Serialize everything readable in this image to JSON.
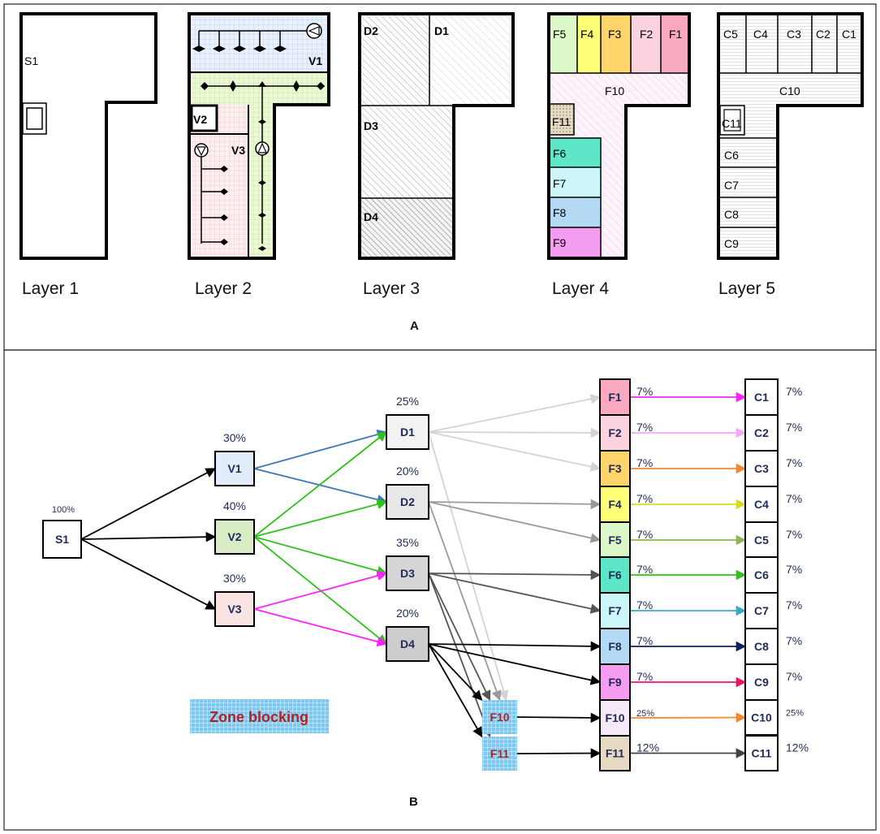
{
  "panel_a": {
    "label": "A",
    "layers": [
      {
        "caption": "Layer 1",
        "zones": [
          "S1"
        ]
      },
      {
        "caption": "Layer 2",
        "zones": [
          "V1",
          "V2",
          "V3"
        ]
      },
      {
        "caption": "Layer 3",
        "zones": [
          "D1",
          "D2",
          "D3",
          "D4"
        ]
      },
      {
        "caption": "Layer 4",
        "zones": [
          "F1",
          "F2",
          "F3",
          "F4",
          "F5",
          "F6",
          "F7",
          "F8",
          "F9",
          "F10",
          "F11"
        ]
      },
      {
        "caption": "Layer 5",
        "zones": [
          "C1",
          "C2",
          "C3",
          "C4",
          "C5",
          "C6",
          "C7",
          "C8",
          "C9",
          "C10",
          "C11"
        ]
      }
    ]
  },
  "panel_b": {
    "label": "B",
    "zone_blocking_label": "Zone blocking",
    "nodes": {
      "S1": {
        "label": "S1",
        "share": "100%",
        "fill": "#ffffff"
      },
      "V1": {
        "label": "V1",
        "share": "30%",
        "fill": "#e3ecfa"
      },
      "V2": {
        "label": "V2",
        "share": "40%",
        "fill": "#d9ecc5"
      },
      "V3": {
        "label": "V3",
        "share": "30%",
        "fill": "#f9e3e3"
      },
      "D1": {
        "label": "D1",
        "share": "25%",
        "fill": "#f2f2f2"
      },
      "D2": {
        "label": "D2",
        "share": "20%",
        "fill": "#e8e8e8"
      },
      "D3": {
        "label": "D3",
        "share": "35%",
        "fill": "#d6d6d6"
      },
      "D4": {
        "label": "D4",
        "share": "20%",
        "fill": "#cccccc"
      },
      "ZF10": {
        "label": "F10",
        "share": "",
        "fill": "#7cc8f0"
      },
      "ZF11": {
        "label": "F11",
        "share": "",
        "fill": "#7cc8f0"
      },
      "F1": {
        "label": "F1",
        "share": "7%",
        "fill": "#f8a9bf"
      },
      "F2": {
        "label": "F2",
        "share": "7%",
        "fill": "#fbd3df"
      },
      "F3": {
        "label": "F3",
        "share": "7%",
        "fill": "#ffd56b"
      },
      "F4": {
        "label": "F4",
        "share": "7%",
        "fill": "#ffff77"
      },
      "F5": {
        "label": "F5",
        "share": "7%",
        "fill": "#dcf7c8"
      },
      "F6": {
        "label": "F6",
        "share": "7%",
        "fill": "#5ee6c8"
      },
      "F7": {
        "label": "F7",
        "share": "7%",
        "fill": "#cdf6fb"
      },
      "F8": {
        "label": "F8",
        "share": "7%",
        "fill": "#b4d9f3"
      },
      "F9": {
        "label": "F9",
        "share": "7%",
        "fill": "#f39cf0"
      },
      "F10": {
        "label": "F10",
        "share": "25%",
        "fill": "#f5e8f7"
      },
      "F11": {
        "label": "F11",
        "share": "12%",
        "fill": "#e6dac2"
      },
      "C1": {
        "label": "C1",
        "share": "7%",
        "fill": "#ffffff"
      },
      "C2": {
        "label": "C2",
        "share": "7%",
        "fill": "#ffffff"
      },
      "C3": {
        "label": "C3",
        "share": "7%",
        "fill": "#ffffff"
      },
      "C4": {
        "label": "C4",
        "share": "7%",
        "fill": "#ffffff"
      },
      "C5": {
        "label": "C5",
        "share": "7%",
        "fill": "#ffffff"
      },
      "C6": {
        "label": "C6",
        "share": "7%",
        "fill": "#ffffff"
      },
      "C7": {
        "label": "C7",
        "share": "7%",
        "fill": "#ffffff"
      },
      "C8": {
        "label": "C8",
        "share": "7%",
        "fill": "#ffffff"
      },
      "C9": {
        "label": "C9",
        "share": "7%",
        "fill": "#ffffff"
      },
      "C10": {
        "label": "C10",
        "share": "25%",
        "fill": "#ffffff"
      },
      "C11": {
        "label": "C11",
        "share": "12%",
        "fill": "#ffffff"
      }
    },
    "edges": [
      {
        "from": "S1",
        "to": "V1",
        "color": "#000000"
      },
      {
        "from": "S1",
        "to": "V2",
        "color": "#000000"
      },
      {
        "from": "S1",
        "to": "V3",
        "color": "#000000"
      },
      {
        "from": "V1",
        "to": "D1",
        "color": "#3f76b8"
      },
      {
        "from": "V1",
        "to": "D2",
        "color": "#3f76b8"
      },
      {
        "from": "V2",
        "to": "D1",
        "color": "#2ec21a"
      },
      {
        "from": "V2",
        "to": "D2",
        "color": "#2ec21a"
      },
      {
        "from": "V2",
        "to": "D3",
        "color": "#2ec21a"
      },
      {
        "from": "V2",
        "to": "D4",
        "color": "#2ec21a"
      },
      {
        "from": "V3",
        "to": "D3",
        "color": "#ff22ff"
      },
      {
        "from": "V3",
        "to": "D4",
        "color": "#ff22ff"
      },
      {
        "from": "D1",
        "to": "F1",
        "color": "#d3d3d3"
      },
      {
        "from": "D1",
        "to": "F2",
        "color": "#d3d3d3"
      },
      {
        "from": "D1",
        "to": "F3",
        "color": "#d3d3d3"
      },
      {
        "from": "D1",
        "to": "ZF10",
        "color": "#d3d3d3"
      },
      {
        "from": "D2",
        "to": "F4",
        "color": "#9a9a9a"
      },
      {
        "from": "D2",
        "to": "F5",
        "color": "#9a9a9a"
      },
      {
        "from": "D2",
        "to": "ZF10",
        "color": "#9a9a9a"
      },
      {
        "from": "D3",
        "to": "F6",
        "color": "#555555"
      },
      {
        "from": "D3",
        "to": "F7",
        "color": "#555555"
      },
      {
        "from": "D3",
        "to": "ZF10",
        "color": "#555555"
      },
      {
        "from": "D3",
        "to": "ZF11",
        "color": "#555555"
      },
      {
        "from": "D4",
        "to": "F8",
        "color": "#000000"
      },
      {
        "from": "D4",
        "to": "F9",
        "color": "#000000"
      },
      {
        "from": "D4",
        "to": "ZF10",
        "color": "#000000"
      },
      {
        "from": "D4",
        "to": "ZF11",
        "color": "#000000"
      },
      {
        "from": "ZF10",
        "to": "F10",
        "color": "#000000"
      },
      {
        "from": "ZF11",
        "to": "F11",
        "color": "#000000"
      },
      {
        "from": "F1",
        "to": "C1",
        "color": "#ff22ff"
      },
      {
        "from": "F2",
        "to": "C2",
        "color": "#f7a8f3"
      },
      {
        "from": "F3",
        "to": "C3",
        "color": "#f2882a"
      },
      {
        "from": "F4",
        "to": "C4",
        "color": "#dcdc1e"
      },
      {
        "from": "F5",
        "to": "C5",
        "color": "#8cb84e"
      },
      {
        "from": "F6",
        "to": "C6",
        "color": "#2ec21a"
      },
      {
        "from": "F7",
        "to": "C7",
        "color": "#3aa9c8"
      },
      {
        "from": "F8",
        "to": "C8",
        "color": "#102060"
      },
      {
        "from": "F9",
        "to": "C9",
        "color": "#ee1166"
      },
      {
        "from": "F10",
        "to": "C10",
        "color": "#f2882a"
      },
      {
        "from": "F11",
        "to": "C11",
        "color": "#444444"
      }
    ]
  }
}
